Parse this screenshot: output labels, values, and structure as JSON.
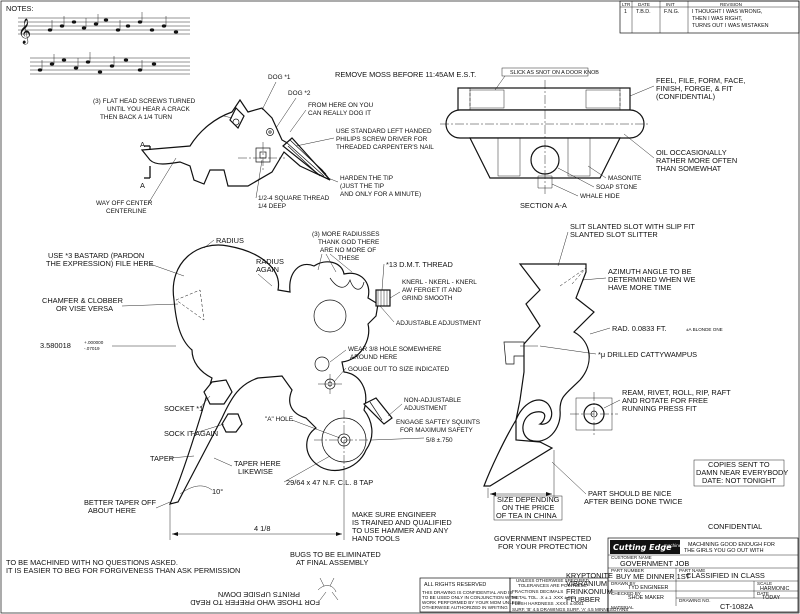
{
  "notes": {
    "title": "NOTES:"
  },
  "revision_block": {
    "headers": [
      "LTR",
      "DATE",
      "INIT",
      "REVISION"
    ],
    "row": {
      "ltr": "1",
      "date": "T.B.D.",
      "init": "F.N.G.",
      "revision_lines": [
        "I THOUGHT I WAS WRONG,",
        "THEN I WAS RIGHT,",
        "TURNS OUT I WAS MISTAKEN"
      ]
    }
  },
  "top_left_view": {
    "screws_callout": [
      "(3) FLAT HEAD SCREWS TURNED",
      "UNTIL YOU HEAR A CRACK",
      "THEN BACK A 1/4 TURN"
    ],
    "dog1": "DOG *1",
    "dog2": "DOG *2",
    "dog_from_here": [
      "FROM HERE ON YOU",
      "CAN REALLY DOG IT"
    ],
    "screw_driver": [
      "USE STANDARD LEFT HANDED",
      "PHILIPS SCREW DRIVER FOR",
      "THREADED CARPENTER'S NAIL"
    ],
    "harden": [
      "HARDEN THE TIP",
      "(JUST THE TIP",
      "AND ONLY FOR A MINUTE)"
    ],
    "square_thread": [
      "1/2-4 SQUARE THREAD",
      "1/4 DEEP"
    ],
    "off_center": [
      "WAY OFF CENTER",
      "CENTERLINE"
    ],
    "section_marker": "A"
  },
  "section_view": {
    "remove_moss": "REMOVE MOSS BEFORE 11:45AM E.S.T.",
    "slick_snot": "SLICK AS SNOT ON A DOOR KNOB",
    "feel_file": [
      "FEEL, FILE, FORM, FACE,",
      "FINISH, FORGE, & FIT",
      "(CONFIDENTIAL)"
    ],
    "oil": [
      "OIL OCCASIONALLY",
      "RATHER MORE OFTEN",
      "THAN SOMEWHAT"
    ],
    "masonite": "MASONITE",
    "soap_stone": "SOAP STONE",
    "whale_hide": "WHALE HIDE",
    "section_label": "SECTION A-A"
  },
  "main_part": {
    "radius": "RADIUS",
    "radius_again": [
      "RADIUS",
      "AGAIN"
    ],
    "more_radiusses": [
      "(3) MORE RADIUSSES",
      "THANK GOD THERE",
      "ARE NO MORE OF",
      "THESE"
    ],
    "dmt_thread": "*13 D.M.T. THREAD",
    "knerl": [
      "KNERL - NKERL - KNERL",
      "AW FERGET IT AND",
      "GRIND SMOOTH"
    ],
    "adjustable": "ADJUSTABLE ADJUSTMENT",
    "bastard_file": [
      "USE *3 BASTARD (PARDON",
      "THE EXPRESSION) FILE HERE"
    ],
    "chamfer": [
      "CHAMFER & CLOBBER",
      "OR VISE VERSA"
    ],
    "dimension_main": "3.580018",
    "tol_upper": "+.000000",
    "tol_lower": "-.07019",
    "wear_hole": [
      "WEAR 3/8 HOLE SOMEWHERE",
      "AROUND HERE"
    ],
    "gouge": "GOUGE OUT TO SIZE INDICATED",
    "a_hole": "\"A\" HOLE",
    "non_adjustable": [
      "NON-ADJUSTABLE",
      "ADJUSTMENT"
    ],
    "engage_squints": [
      "ENGAGE SAFTEY SQUINTS",
      "FOR MAXIMUM SAFETY"
    ],
    "dim_750": "5/8 ±.750",
    "socket1": "SOCKET *1",
    "sock_again": "SOCK IT AGAIN",
    "taper": "TAPER",
    "taper_here": [
      "TAPER HERE",
      "LIKEWISE"
    ],
    "better_taper": [
      "BETTER TAPER OFF",
      "ABOUT HERE"
    ],
    "angle": "10°",
    "width_dim": "4 1/8",
    "nf_tap": "29/64 x 47 N.F. C.L. 8 TAP"
  },
  "right_part": {
    "slot": [
      "SLIT SLANTED SLOT WITH SLIP FIT",
      "SLANTED SLOT SLITTER"
    ],
    "azimuth": [
      "AZIMUTH ANGLE TO BE",
      "DETERMINED WHEN WE",
      "HAVE MORE TIME"
    ],
    "rad": "RAD. 0.0833 FT.",
    "rad_tol": "±A BLONDE ONE",
    "drilled": "*μ DRILLED CATTYWAMPUS",
    "ream": [
      "REAM, RIVET, ROLL, RIP, RAFT",
      "AND ROTATE FOR FREE",
      "RUNNING PRESS FIT"
    ],
    "size_depending": [
      "SIZE DEPENDING",
      "ON THE PRICE",
      "OF TEA IN CHINA"
    ],
    "be_nice": [
      "PART SHOULD BE NICE",
      "AFTER BEING DONE TWICE"
    ],
    "copies": [
      "COPIES SENT TO",
      "DAMN NEAR EVERYBODY",
      "DATE: NOT TONIGHT"
    ]
  },
  "bottom_notes": {
    "engineer": [
      "MAKE SURE ENGINEER",
      "IS TRAINED AND QUALIFIED",
      "TO USE HAMMER AND ANY",
      "HAND TOOLS"
    ],
    "inspected": [
      "GOVERNMENT INSPECTED",
      "FOR YOUR PROTECTION"
    ],
    "confidential": "CONFIDENTIAL",
    "machined": [
      "TO BE MACHINED WITH NO QUESTIONS ASKED.",
      "IT IS EASIER TO BEG FOR FORGIVENESS THAN ASK PERMISSION"
    ],
    "bugs": [
      "BUGS TO BE ELIMINATED",
      "AT FINAL ASSEMBLY"
    ],
    "upside_down": [
      "FOR THOSE WHO PREFER TO READ",
      "PRINTS UPSIDE DOWN"
    ]
  },
  "title_block": {
    "logo": "Cutting Edge",
    "logo_sub": "machine shop",
    "slogan": [
      "MACHINING GOOD ENOUGH FOR",
      "THE GIRLS YOU GO OUT WITH"
    ],
    "customer_label": "CUSTOMER NAME",
    "customer": "GOVERNMENT JOB",
    "part_number_label": "PART NUMBER",
    "part_number": "BUY ME DINNER 1ST",
    "part_name_label": "PART NAME",
    "part_name": "CLASSIFIED IN CLASS",
    "drawn_label": "DRAWN BY",
    "drawn": "TYD ENGINEER",
    "scale_label": "SCALE",
    "scale": "HARMONIC",
    "checked_label": "CHECKED BY",
    "checked": "SHOE MAKER",
    "date_label": "DATE",
    "date": "TODAY",
    "material_label": "MATERIAL",
    "materials": [
      "KRYPTONITE",
      "VIBRANIUM",
      "FRINKONIUM",
      "FLUBBER"
    ],
    "drawing_no_label": "DRAWING NO.",
    "drawing_no": "CT-1082A",
    "rights": "ALL RIGHTS RESERVED",
    "confidential_notice": [
      "THIS DRAWING IS CONFIDENTIAL AND IS",
      "TO BE USED ONLY IN CONJUNCTION WITH",
      "WORK PERFORMED BY YOUR MOM UNLESS",
      "OTHERWISE AUTHORIZED IN WRITING"
    ],
    "tolerances_title": [
      "UNLESS OTHERWISE SPECIFIED,",
      "TOLERANCES ARE POINTLESS"
    ],
    "tol_rows": [
      "FRACTIONS  DECIMALS",
      "METAL  TOL. .X ±.1  .XXX ±.005",
      "FLESH  HARDNESS   .XXXX ±.0001",
      "SURF. 'B' 4.5 DRAWINGS  SURF. 'A' 4.5 MINNESOTANS"
    ]
  }
}
